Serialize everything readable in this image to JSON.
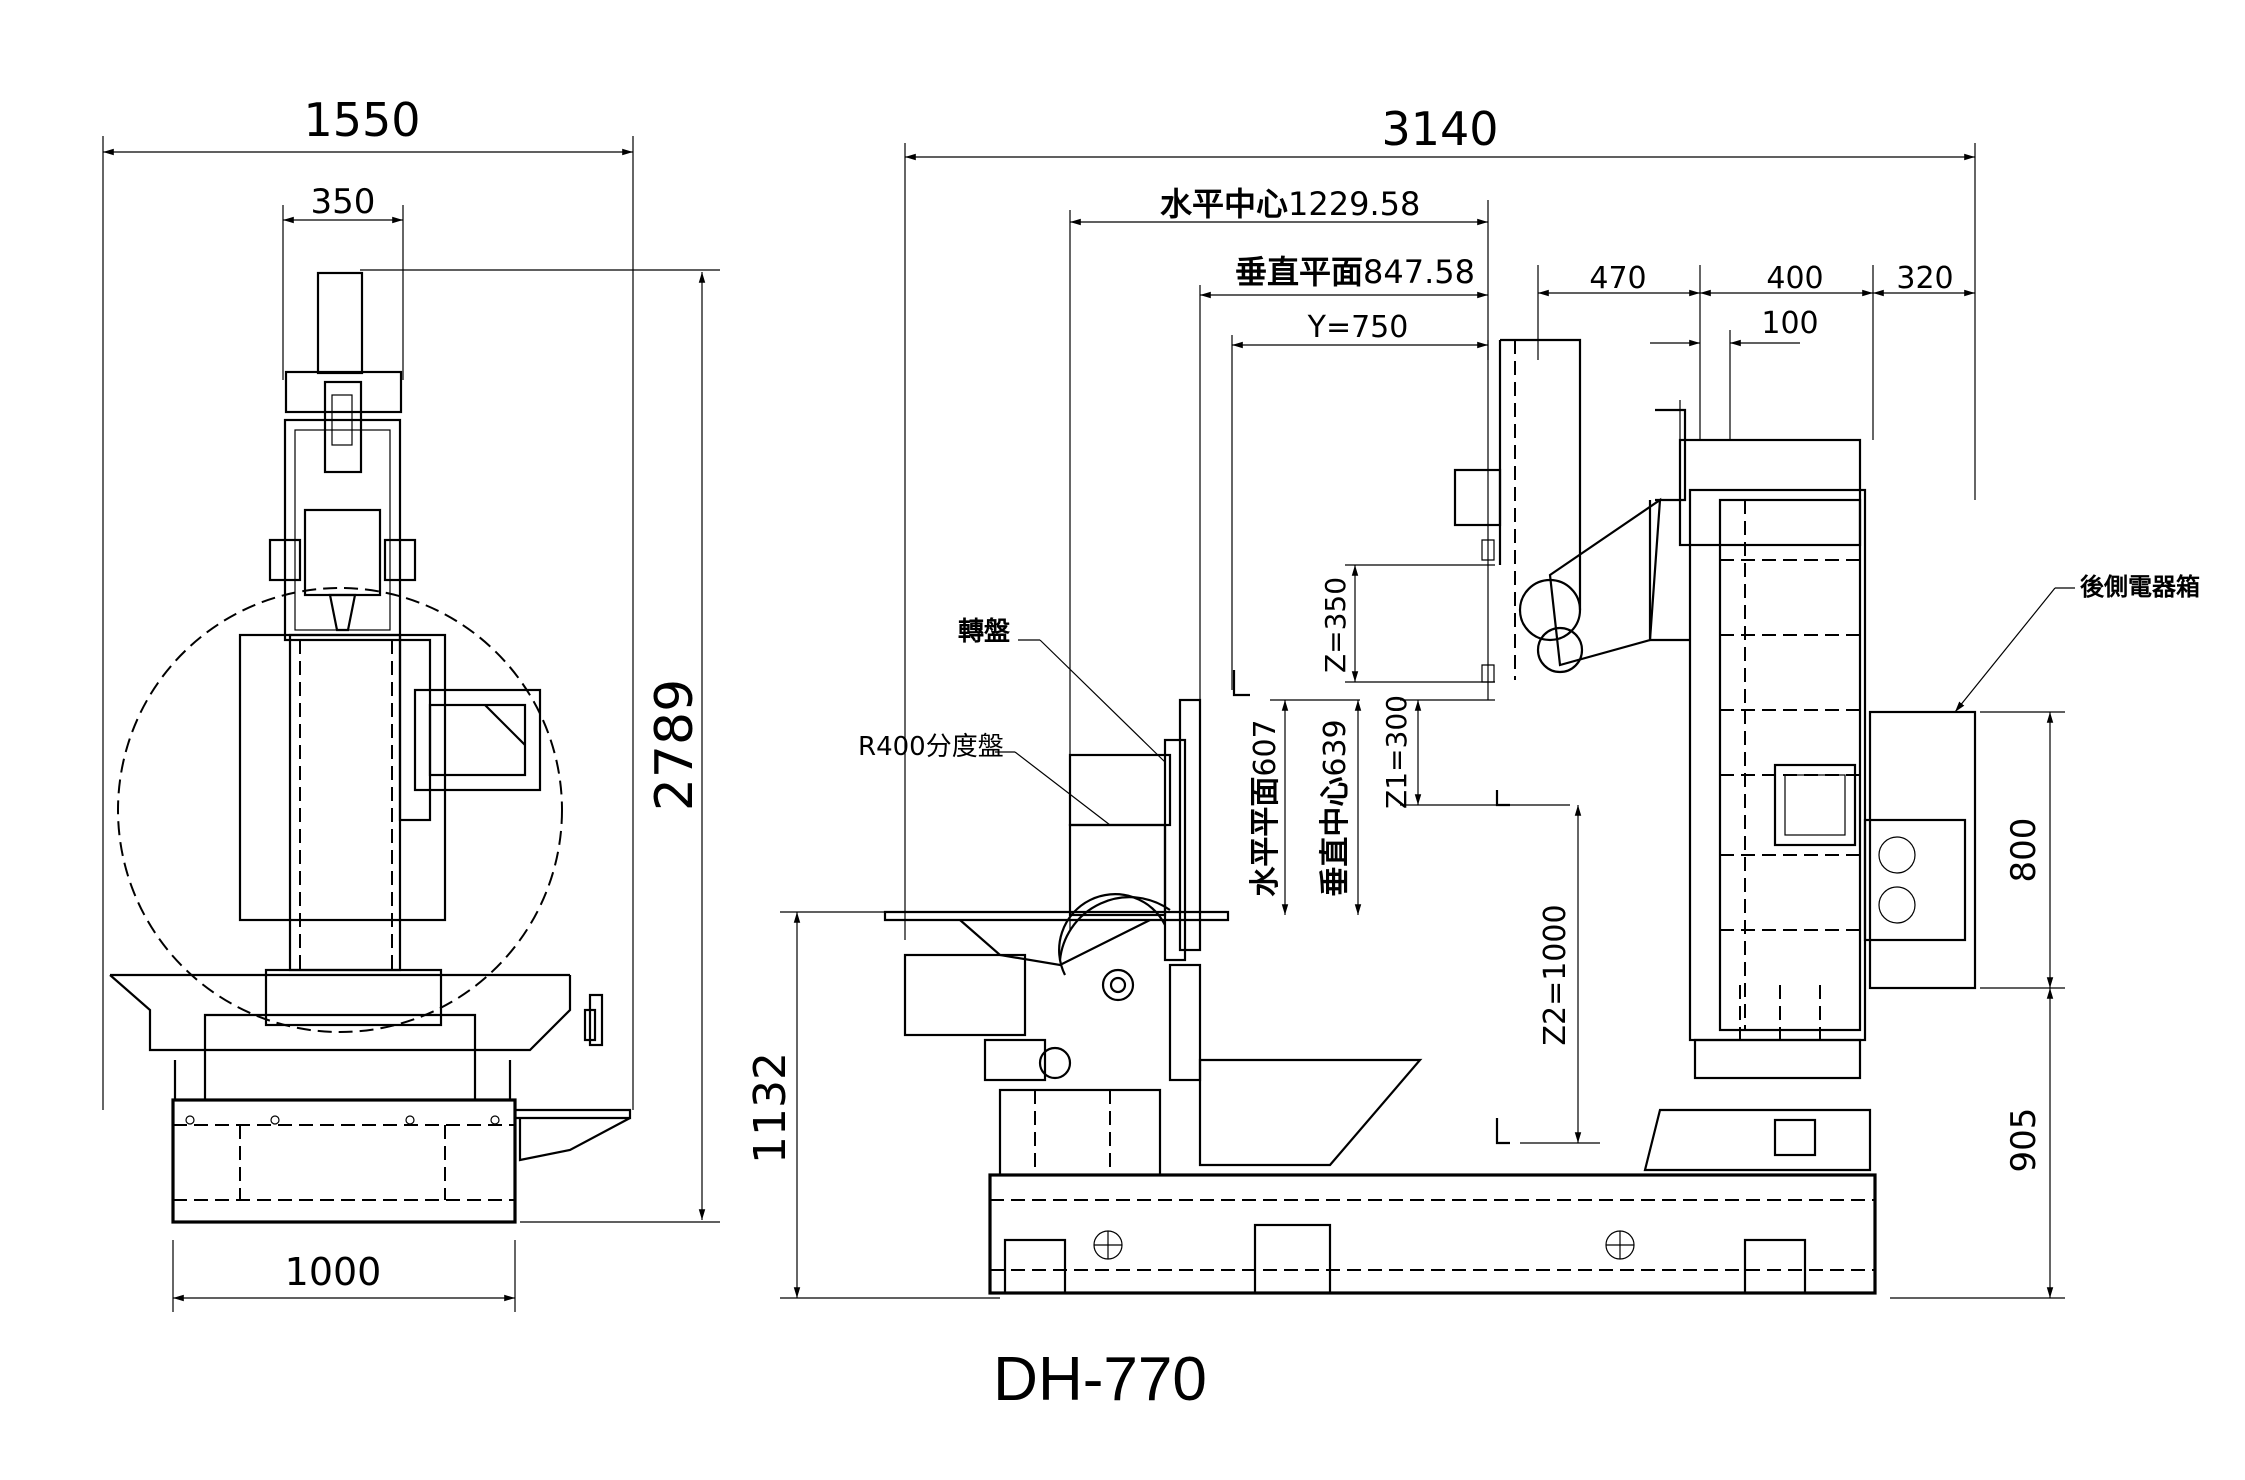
{
  "title": "DH-770",
  "front_view": {
    "overall_width": "1550",
    "head_width": "350",
    "base_width": "1000",
    "overall_height": "2789"
  },
  "side_view": {
    "overall_length": "3140",
    "horizontal_center": {
      "label": "水平中心",
      "value": "1229.58"
    },
    "vertical_plane": {
      "label": "垂直平面",
      "value": "847.58"
    },
    "y_travel": "Y=750",
    "dim_470": "470",
    "dim_400": "400",
    "dim_320": "320",
    "dim_100": "100",
    "z_travel": "Z=350",
    "z1_travel": "Z1=300",
    "z2_travel": "Z2=1000",
    "horizontal_plane_height": {
      "label": "水平平面",
      "value": "607"
    },
    "vertical_center_height": {
      "label": "垂直中心",
      "value": "639"
    },
    "table_height": "1132",
    "cabinet_height": "800",
    "cabinet_base_height": "905"
  },
  "callouts": {
    "turntable": "轉盤",
    "indexer": "R400分度盤",
    "rear_electrical_box": "後側電器箱"
  }
}
